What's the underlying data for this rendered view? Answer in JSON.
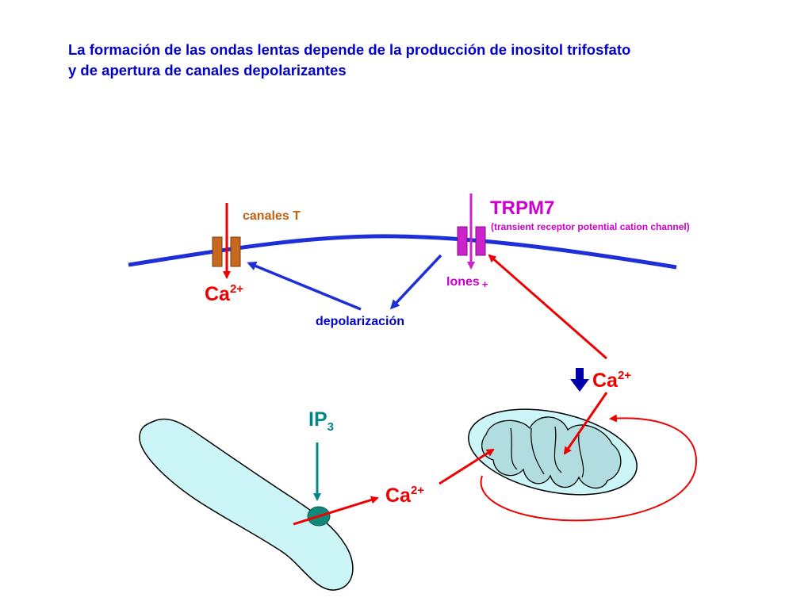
{
  "title": {
    "line1": "La formación de las ondas lentas depende de la producción de inositol trifosfato",
    "line2": "y de apertura de canales depolarizantes"
  },
  "labels": {
    "canales_t": "canales T",
    "trpm7": "TRPM7",
    "trpm7_full": "(transient receptor potential cation channel)",
    "iones": "Iones",
    "iones_sign": "+",
    "depolarizacion": "depolarización",
    "ip3_base": "IP",
    "ip3_sub": "3",
    "calcium_base": "Ca",
    "calcium_charge": "2+"
  },
  "colors": {
    "title": "#0000cc",
    "membrane": "#1f2fd8",
    "t_channel": "#c8671e",
    "trpm7_channel": "#cc22cc",
    "calcium": "#ee0000",
    "depolarization": "#1f2fd8",
    "ip3": "#008888",
    "organelle_fill": "#ccf5f8",
    "mitochondria_inner": "#b2dde0",
    "er_channel": "#0f8a7a"
  }
}
